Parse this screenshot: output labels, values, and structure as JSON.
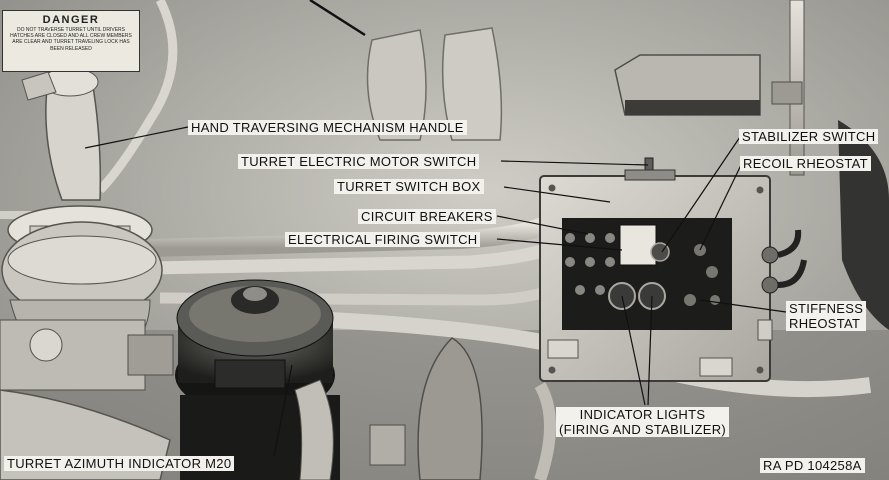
{
  "warning_placard": {
    "title": "DANGER",
    "text": "DO NOT TRAVERSE TURRET UNTIL DRIVERS HATCHES ARE CLOSED AND ALL CREW MEMBERS ARE CLEAR AND TURRET TRAVELING LOCK HAS BEEN RELEASED"
  },
  "labels": {
    "hand_traversing_handle": "HAND TRAVERSING MECHANISM HANDLE",
    "motor_switch": "TURRET ELECTRIC MOTOR SWITCH",
    "switch_box": "TURRET SWITCH BOX",
    "circuit_breakers": "CIRCUIT BREAKERS",
    "firing_switch": "ELECTRICAL FIRING SWITCH",
    "stabilizer_switch": "STABILIZER SWITCH",
    "recoil_rheostat": "RECOIL RHEOSTAT",
    "stiffness_line1": "STIFFNESS",
    "stiffness_line2": "RHEOSTAT",
    "indicator_line1": "INDICATOR LIGHTS",
    "indicator_line2": "(FIRING AND STABILIZER)",
    "azimuth_indicator": "TURRET AZIMUTH INDICATOR M20",
    "photo_ref": "RA PD 104258A"
  }
}
